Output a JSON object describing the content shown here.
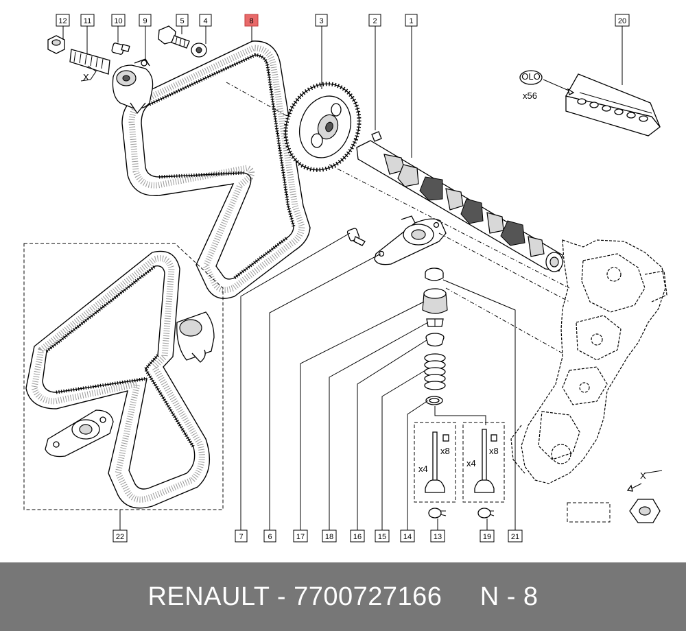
{
  "labels": [
    {
      "id": "l12",
      "text": "12"
    },
    {
      "id": "l11",
      "text": "11"
    },
    {
      "id": "l10",
      "text": "10"
    },
    {
      "id": "l9",
      "text": "9"
    },
    {
      "id": "l5",
      "text": "5"
    },
    {
      "id": "l4",
      "text": "4"
    },
    {
      "id": "l8",
      "text": "8"
    },
    {
      "id": "l3",
      "text": "3"
    },
    {
      "id": "l2",
      "text": "2"
    },
    {
      "id": "l1",
      "text": "1"
    },
    {
      "id": "l20",
      "text": "20"
    },
    {
      "id": "l22",
      "text": "22"
    },
    {
      "id": "l7",
      "text": "7"
    },
    {
      "id": "l6",
      "text": "6"
    },
    {
      "id": "l17",
      "text": "17"
    },
    {
      "id": "l18",
      "text": "18"
    },
    {
      "id": "l16",
      "text": "16"
    },
    {
      "id": "l15",
      "text": "15"
    },
    {
      "id": "l14",
      "text": "14"
    },
    {
      "id": "l13",
      "text": "13"
    },
    {
      "id": "l19",
      "text": "19"
    },
    {
      "id": "l21",
      "text": "21"
    }
  ],
  "highlight_color": "#e86a6a",
  "annotations": {
    "x_mark_left": "X",
    "x_mark_right": "X",
    "x56": "x56",
    "x4_left": "x4",
    "x8_left": "x8",
    "x4_right": "x4",
    "x8_right": "x8",
    "bearing_text": "OLO"
  },
  "footer": {
    "text": "RENAULT - 7700727166     N - 8",
    "background": "#777777"
  }
}
